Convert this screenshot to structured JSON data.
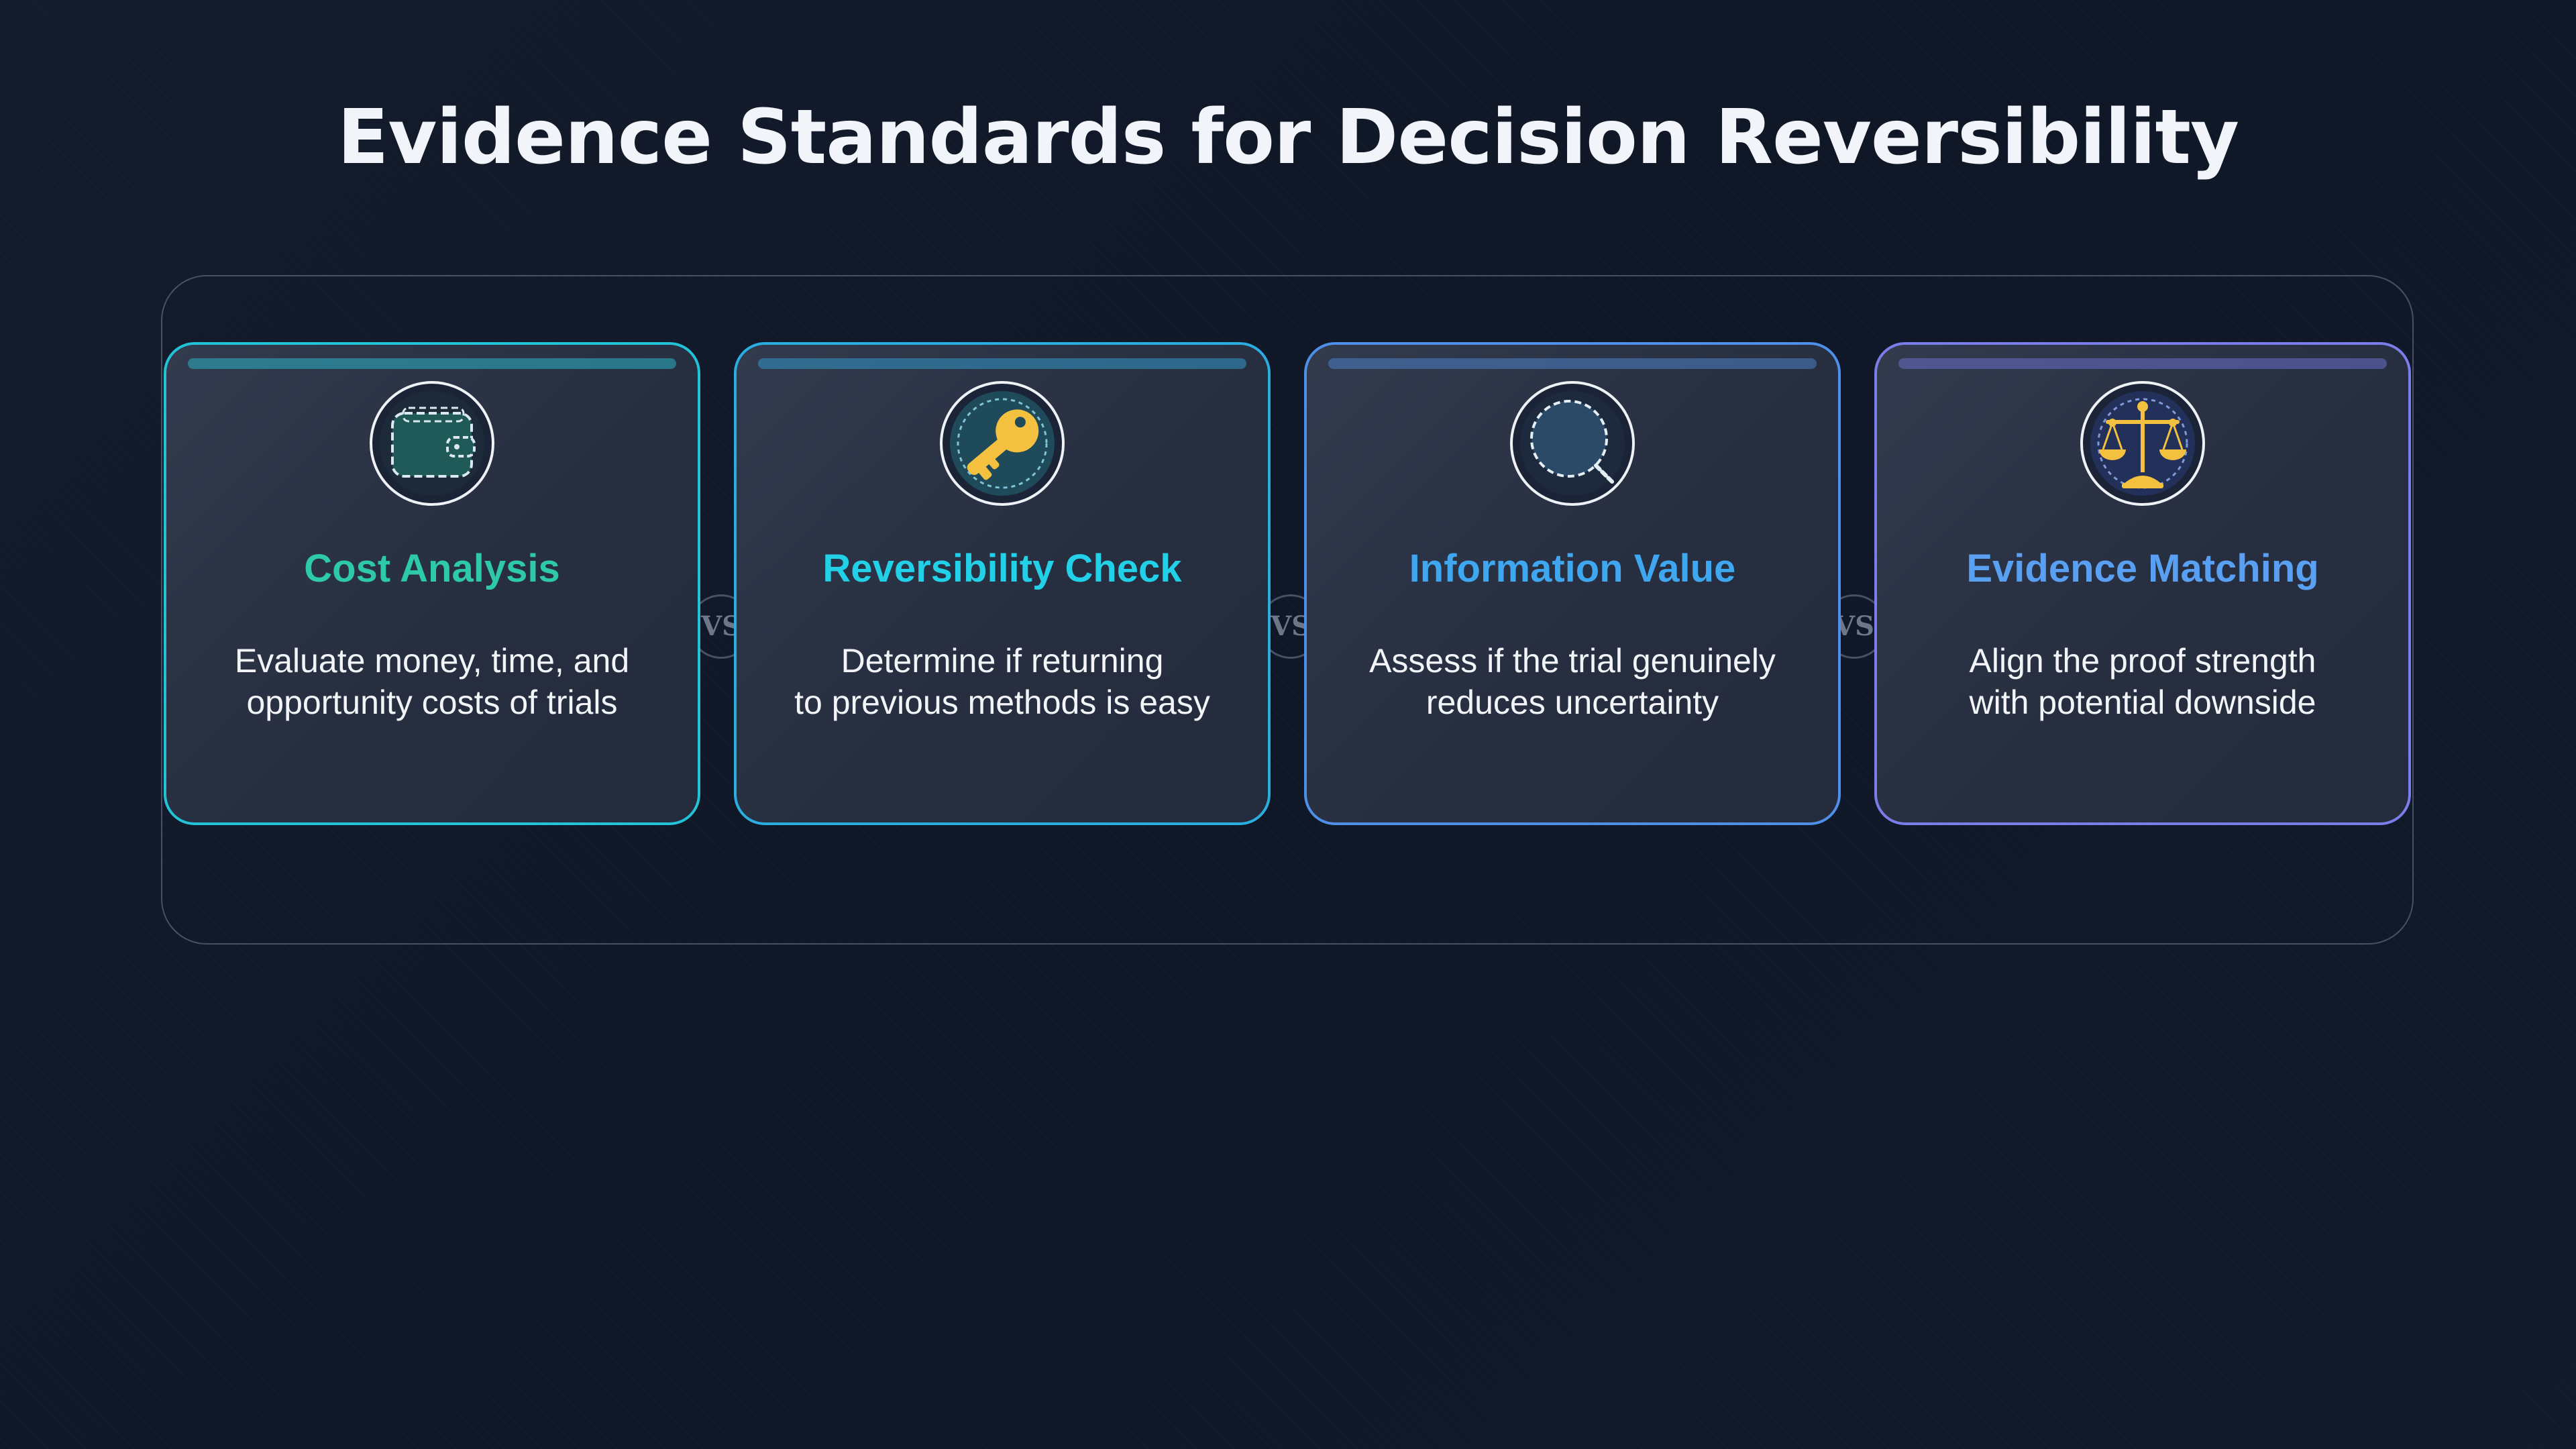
{
  "title": "Evidence Standards for Decision Reversibility",
  "connector_label": "VS",
  "cards": [
    {
      "title": "Cost Analysis",
      "description_line1": "Evaluate money, time, and",
      "description_line2": "opportunity costs of trials",
      "icon": "wallet-icon",
      "accent": "#2ec9a8",
      "border": "#22c3d6"
    },
    {
      "title": "Reversibility Check",
      "description_line1": "Determine if returning",
      "description_line2": "to previous methods is easy",
      "icon": "key-icon",
      "accent": "#22d0e8",
      "border": "#2aaee0"
    },
    {
      "title": "Information Value",
      "description_line1": "Assess if the trial genuinely",
      "description_line2": "reduces uncertainty",
      "icon": "magnifier-icon",
      "accent": "#3fa7f0",
      "border": "#4e8fe8"
    },
    {
      "title": "Evidence Matching",
      "description_line1": "Align the proof strength",
      "description_line2": "with potential downside",
      "icon": "scales-icon",
      "accent": "#5aa0f2",
      "border": "#7b7ee8"
    }
  ]
}
